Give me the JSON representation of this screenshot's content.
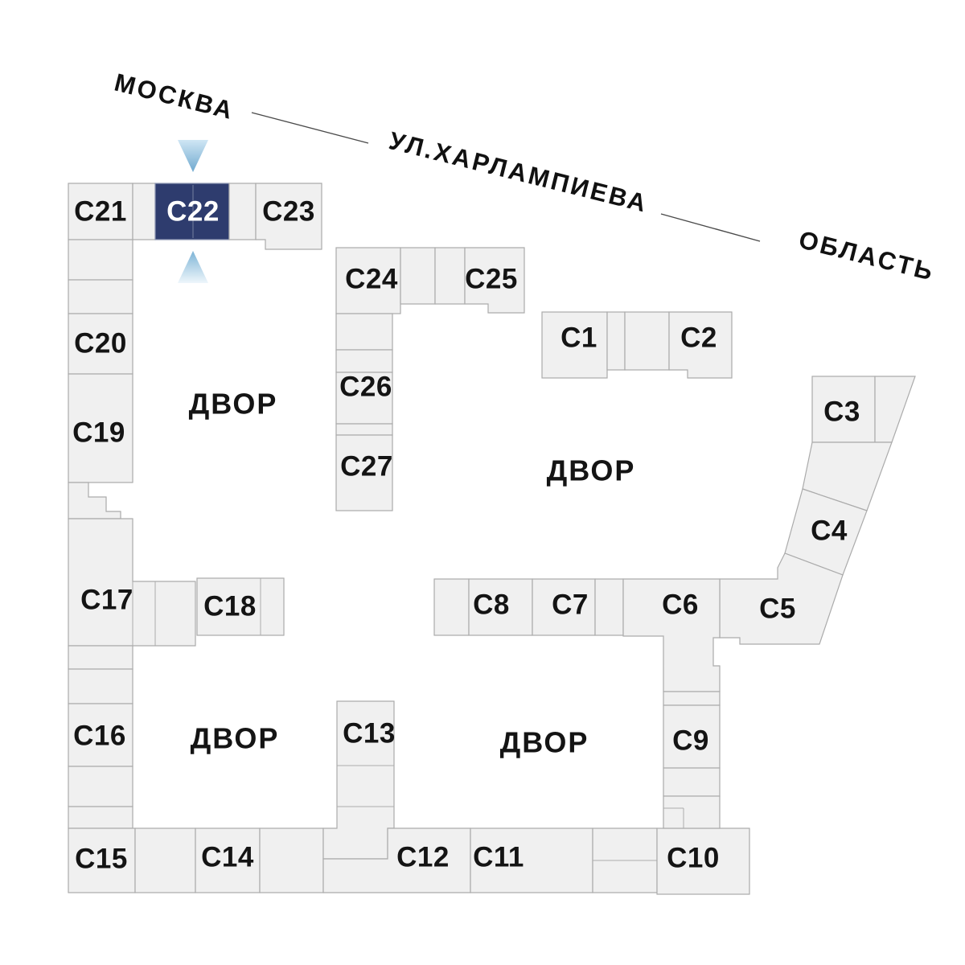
{
  "plan": {
    "street": {
      "city": "МОСКВА",
      "street": "УЛ.ХАРЛАМПИЕВА",
      "region": "ОБЛАСТЬ"
    },
    "courtyard_label": "ДВОР",
    "selected_building": "С22",
    "colors": {
      "building_fill": "#f0f0f0",
      "building_stroke": "#ababab",
      "selected_fill": "#2e3c6e",
      "selected_label": "#ffffff",
      "label_color": "#141414",
      "arrow_top_start": "#cfe6f4",
      "arrow_top_end": "#6fa9cf",
      "arrow_bottom_start": "#7db4d6",
      "arrow_bottom_end": "#eef6fb"
    },
    "buildings": {
      "c1": {
        "label": "С1"
      },
      "c2": {
        "label": "С2"
      },
      "c3": {
        "label": "С3"
      },
      "c4": {
        "label": "С4"
      },
      "c5": {
        "label": "С5"
      },
      "c6": {
        "label": "С6"
      },
      "c7": {
        "label": "С7"
      },
      "c8": {
        "label": "С8"
      },
      "c9": {
        "label": "С9"
      },
      "c10": {
        "label": "С10"
      },
      "c11": {
        "label": "С11"
      },
      "c12": {
        "label": "С12"
      },
      "c13": {
        "label": "С13"
      },
      "c14": {
        "label": "С14"
      },
      "c15": {
        "label": "С15"
      },
      "c16": {
        "label": "С16"
      },
      "c17": {
        "label": "С17"
      },
      "c18": {
        "label": "С18"
      },
      "c19": {
        "label": "С19"
      },
      "c20": {
        "label": "С20"
      },
      "c21": {
        "label": "С21"
      },
      "c22": {
        "label": "С22"
      },
      "c23": {
        "label": "С23"
      },
      "c24": {
        "label": "С24"
      },
      "c25": {
        "label": "С25"
      },
      "c26": {
        "label": "С26"
      },
      "c27": {
        "label": "С27"
      }
    }
  }
}
